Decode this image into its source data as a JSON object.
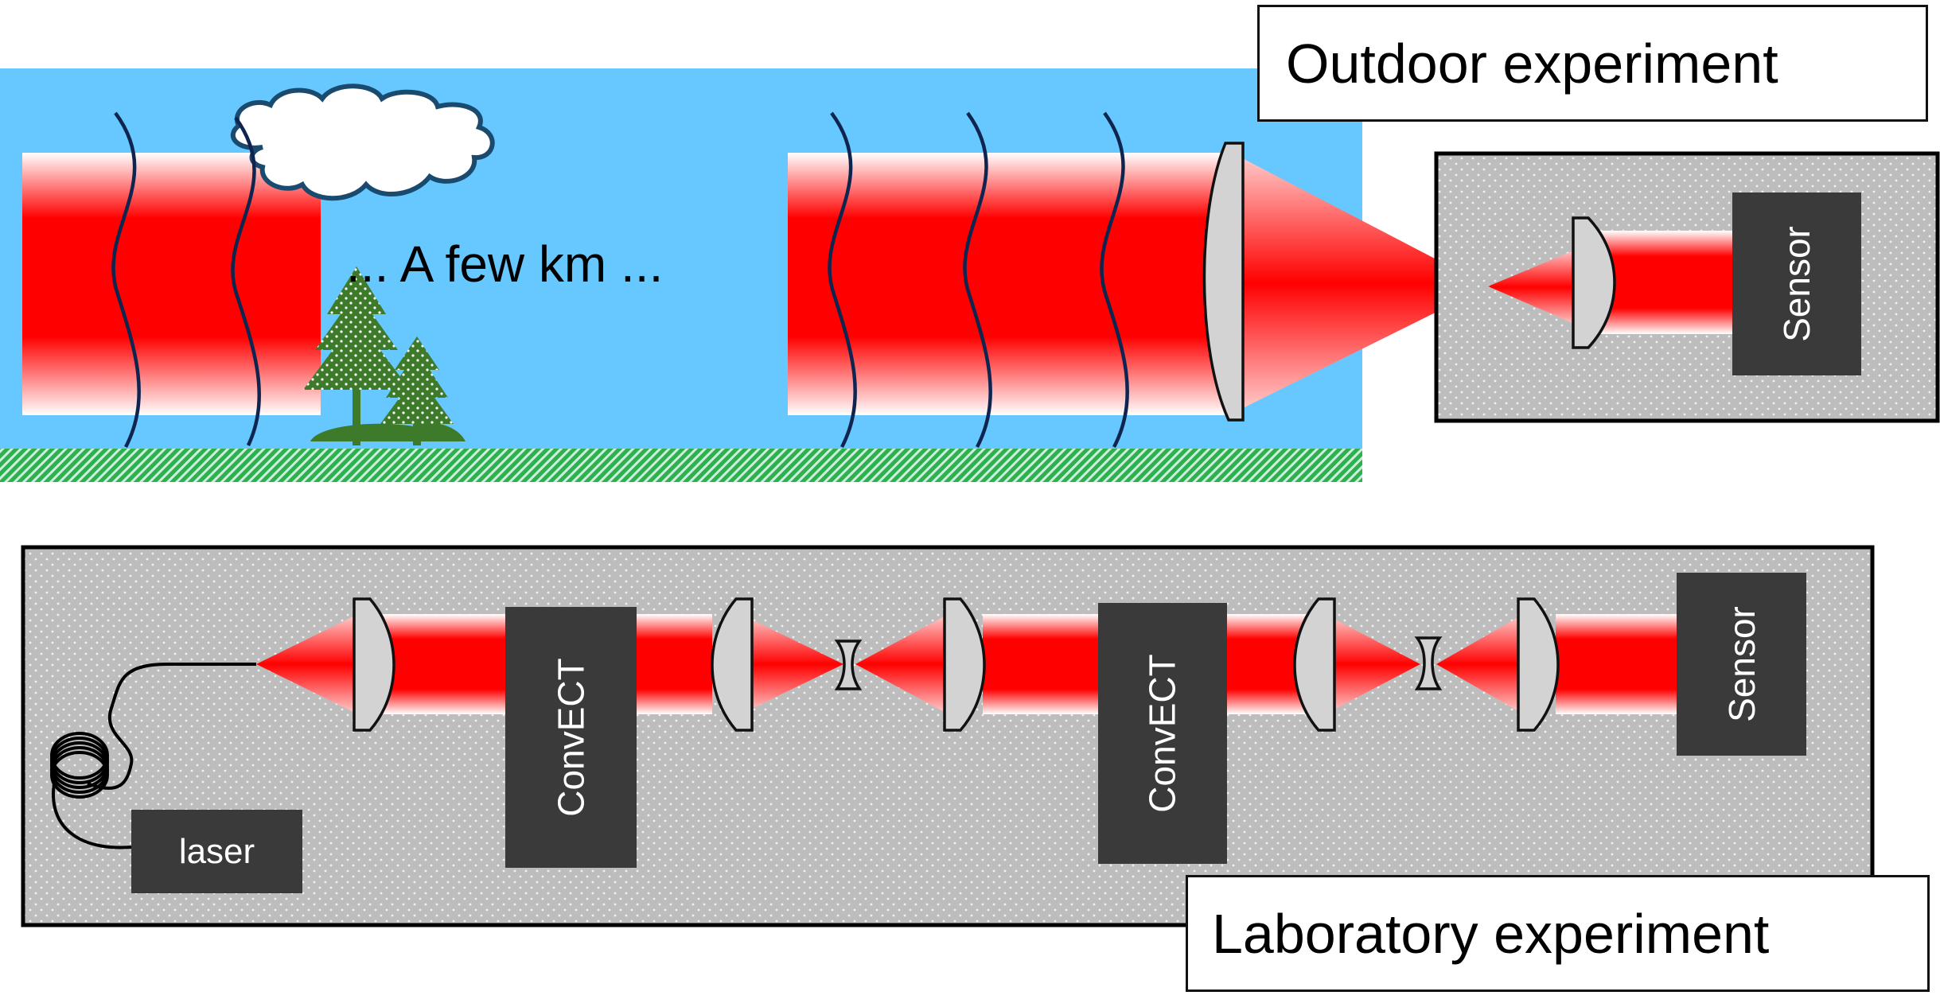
{
  "titles": {
    "outdoor": "Outdoor experiment",
    "laboratory": "Laboratory experiment"
  },
  "outdoor": {
    "distance_text": "... A few km ...",
    "sensor_label": "Sensor"
  },
  "laboratory": {
    "laser_label": "laser",
    "convect_label_1": "ConvECT",
    "convect_label_2": "ConvECT",
    "sensor_label": "Sensor"
  },
  "colors": {
    "sky": "#66c8ff",
    "ground": "#22a84a",
    "beam": "#ff0000",
    "box_dark": "#3a3a3a",
    "table_gray": "#bcbcbc",
    "lens": "#d3d3d3",
    "tree": "#3d7a2a",
    "wavefront": "#0f2550"
  },
  "icons": [
    "cloud-icon",
    "tree-icon",
    "fiber-coil-icon",
    "lens-icon",
    "concave-lens-icon",
    "wavefront-icon"
  ]
}
